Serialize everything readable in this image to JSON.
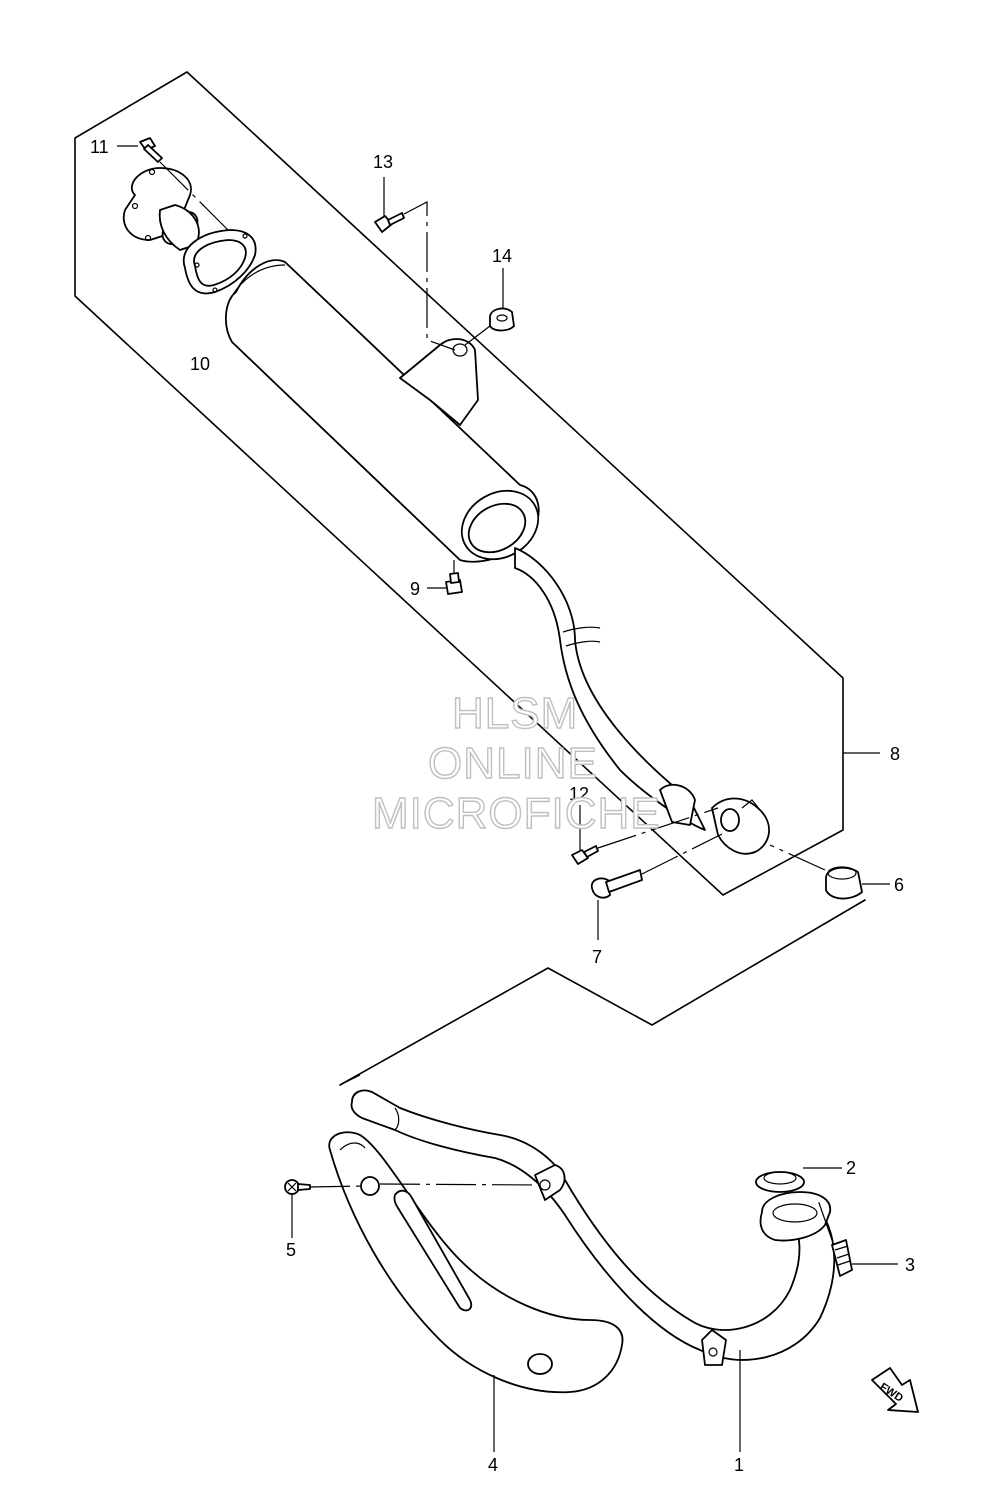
{
  "watermark": {
    "line1": "HLSM",
    "line2": "ONLINE",
    "line3": "MICROFICHE"
  },
  "direction_indicator": {
    "label": "FWD"
  },
  "callouts": {
    "c1": "1",
    "c2": "2",
    "c3": "3",
    "c4": "4",
    "c5": "5",
    "c6": "6",
    "c7": "7",
    "c8": "8",
    "c9": "9",
    "c10": "10",
    "c11": "11",
    "c12": "12",
    "c13": "13",
    "c14": "14"
  }
}
